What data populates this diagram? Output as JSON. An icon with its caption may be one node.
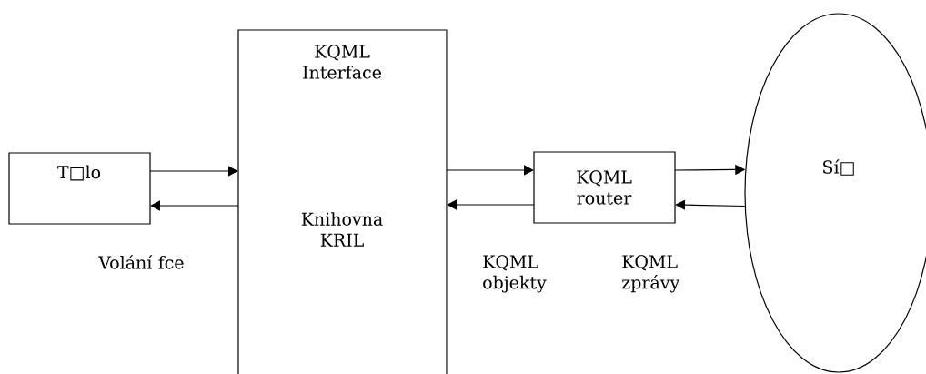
{
  "diagram": {
    "nodes": [
      {
        "text": [
          "T□lo"
        ]
      },
      {
        "text": [
          "KQML Interface",
          "Knihovna KRIL"
        ]
      },
      {
        "text": [
          "KQML router"
        ]
      },
      {
        "text": [
          "Sí□"
        ]
      }
    ],
    "edges": [
      {
        "from": 0,
        "to": 1,
        "arrow": "to"
      },
      {
        "from": 1,
        "to": 0,
        "arrow": "to"
      },
      {
        "from": 1,
        "to": 2,
        "arrow": "to"
      },
      {
        "from": 2,
        "to": 1,
        "arrow": "to"
      },
      {
        "from": 2,
        "to": 3,
        "arrow": "to"
      },
      {
        "from": 3,
        "to": 2,
        "arrow": "to"
      }
    ],
    "labels": [
      "Volání fce",
      "KQML objekty",
      "KQML zprávy"
    ]
  }
}
